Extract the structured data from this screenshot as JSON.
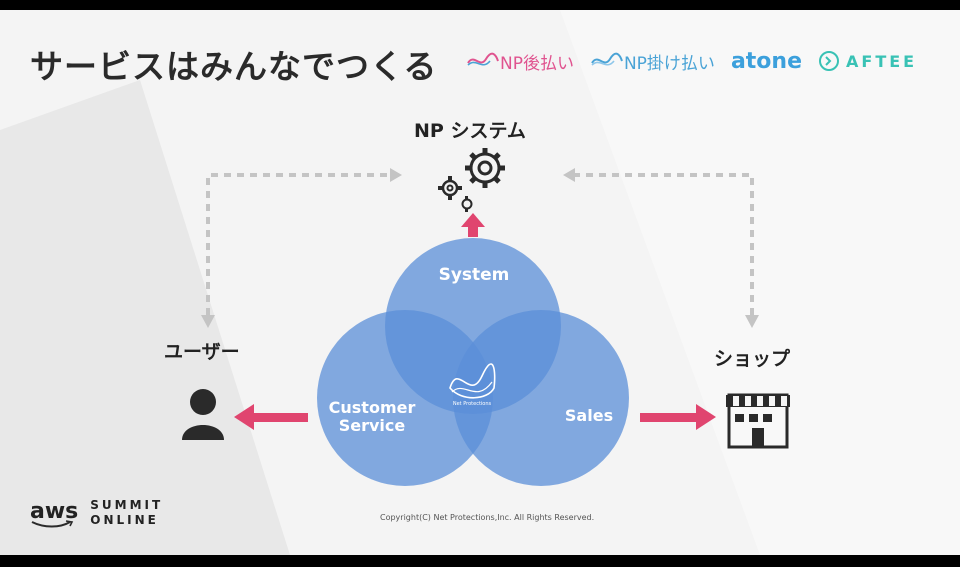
{
  "slide": {
    "title": "サービスはみんなでつくる",
    "logos": {
      "np_atobarai": "NP後払い",
      "np_kakebarai": "NP掛け払い",
      "atone": "atone",
      "aftee": "AFTEE"
    },
    "nodes": {
      "system": "NP システム",
      "user": "ユーザー",
      "shop": "ショップ"
    },
    "circles": {
      "top": "System",
      "left_line1": "Customer",
      "left_line2": "Service",
      "right": "Sales",
      "center_logo_text": "Net Protections"
    },
    "copyright": "Copyright(C) Net Protections,Inc. All Rights Reserved.",
    "footer": {
      "aws": "aws",
      "event_line1": "SUMMIT",
      "event_line2": "ONLINE"
    }
  },
  "colors": {
    "accent_arrow": "#e0456f",
    "circle_fill": "#5b8fd8",
    "dashed": "#c4c4c4",
    "np_pink": "#e0538f",
    "np_blue": "#4aa3d6",
    "atone_blue": "#3ca0dc",
    "aftee_teal": "#39c2b5"
  }
}
